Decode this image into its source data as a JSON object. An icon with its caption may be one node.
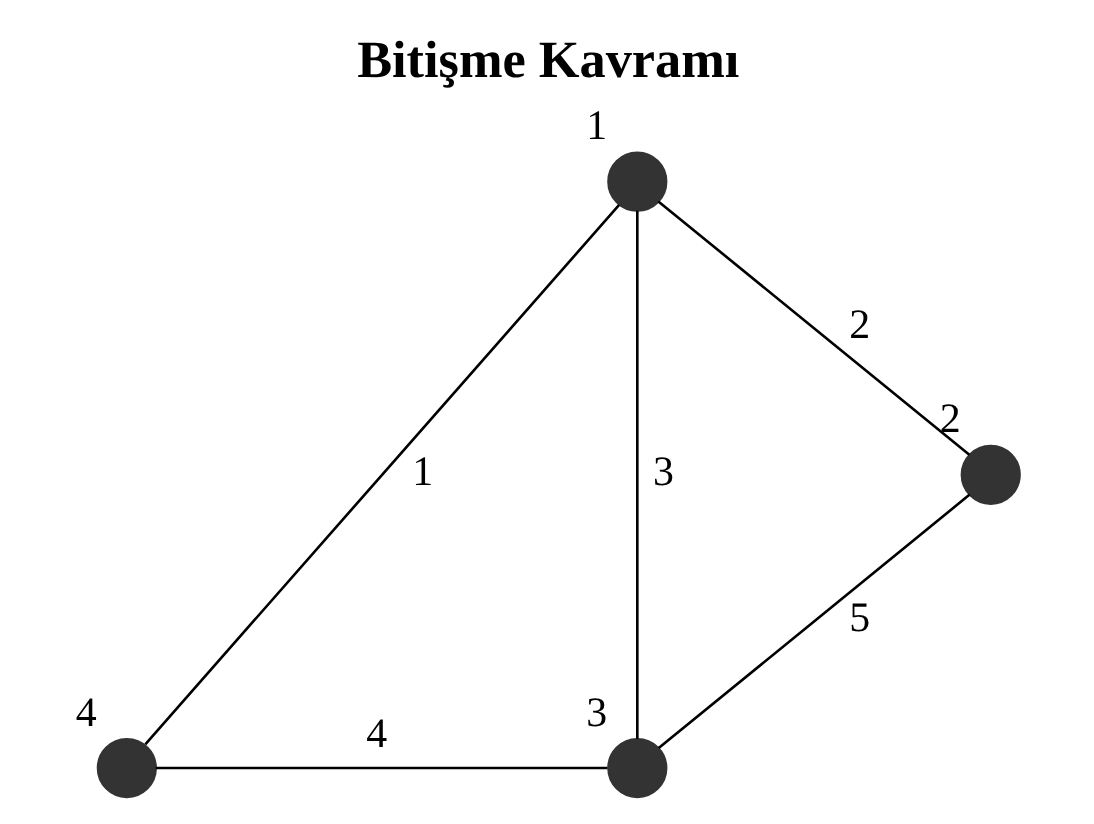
{
  "diagram": {
    "title": "Bitişme Kavramı",
    "nodes": [
      {
        "text": [],
        "shape": "circle",
        "beside": [
          "1"
        ]
      },
      {
        "text": [],
        "shape": "circle",
        "beside": [
          "2"
        ]
      },
      {
        "text": [],
        "shape": "circle",
        "beside": [
          "3"
        ]
      },
      {
        "text": [],
        "shape": "circle",
        "beside": [
          "4"
        ]
      }
    ],
    "edges": [
      {
        "from": 0,
        "to": 3,
        "arrow": "none",
        "label": "1"
      },
      {
        "from": 0,
        "to": 1,
        "arrow": "none",
        "label": "2"
      },
      {
        "from": 0,
        "to": 2,
        "arrow": "none",
        "label": "3"
      },
      {
        "from": 3,
        "to": 2,
        "arrow": "none",
        "label": "4"
      },
      {
        "from": 1,
        "to": 2,
        "arrow": "none",
        "label": "5"
      }
    ]
  }
}
